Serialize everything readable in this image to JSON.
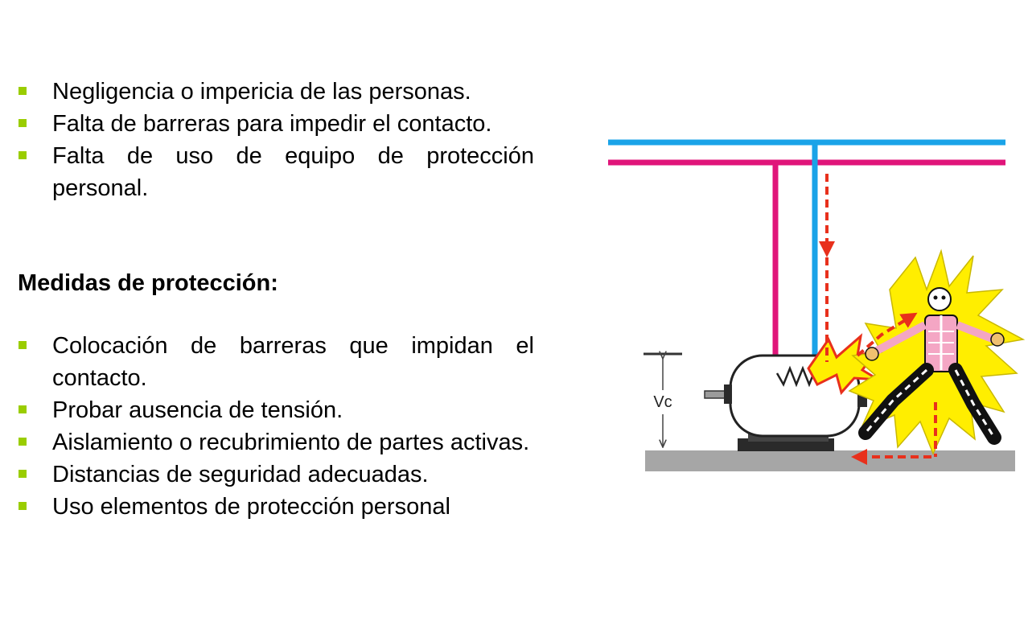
{
  "causes": [
    {
      "text": "Negligencia o impericia de las personas."
    },
    {
      "text": "Falta de barreras para impedir el contacto."
    },
    {
      "text": "Falta de uso de equipo de protección personal."
    }
  ],
  "measures_heading": "Medidas de protección:",
  "measures": [
    {
      "text": "Colocación de barreras que impidan el contacto."
    },
    {
      "text": "Probar ausencia de tensión."
    },
    {
      "text": "Aislamiento o recubrimiento de partes activas."
    },
    {
      "text": "Distancias de seguridad adecuadas."
    },
    {
      "text": "Uso elementos de protección personal"
    }
  ],
  "diagram": {
    "voltage_label": "Vc"
  },
  "colors": {
    "bullet": "#9acd00",
    "line_blue": "#1aa3e8",
    "line_magenta": "#e0157a",
    "current_path": "#e8301c",
    "ground": "#a6a6a6",
    "shock_yellow": "#ffee00"
  },
  "icons": {
    "bullet": "square-bullet-icon",
    "victim": "electrocuted-person-icon",
    "motor": "electric-motor-icon"
  }
}
